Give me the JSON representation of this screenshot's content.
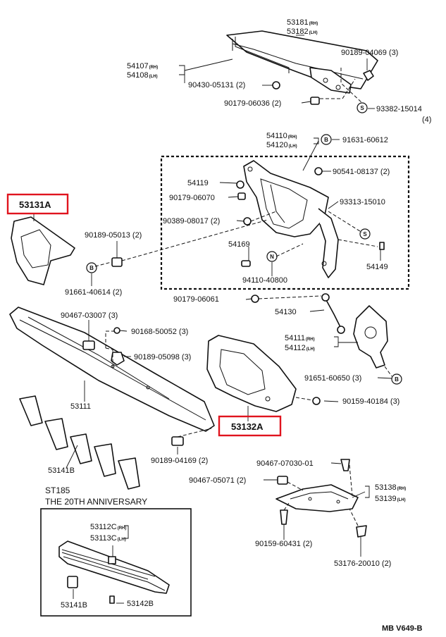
{
  "labels": {
    "p53181": "53181",
    "p53182": "53182",
    "p54107": "54107",
    "p54108": "54108",
    "p90430": "90430-05131",
    "q90430": "(2)",
    "p90179a": "90179-06036",
    "q90179a": "(2)",
    "p90189a": "90189-04069",
    "q90189a": "(3)",
    "p93382": "93382-15014",
    "q93382": "(4)",
    "p54110": "54110",
    "p54120": "54120",
    "p91631": "91631-60612",
    "p54119": "54119",
    "p90541": "90541-08137",
    "q90541": "(2)",
    "p90179b": "90179-06070",
    "p93313": "93313-15010",
    "p90389": "90389-08017",
    "q90389": "(2)",
    "p53131A": "53131A",
    "p90189b": "90189-05013",
    "q90189b": "(2)",
    "p54169": "54169",
    "p54149": "54149",
    "p94110": "94110-40800",
    "p91661": "91661-40614",
    "q91661": "(2)",
    "p90179c": "90179-06061",
    "p54130": "54130",
    "p90467a": "90467-03007",
    "q90467a": "(3)",
    "p90168": "90168-50052",
    "q90168": "(3)",
    "p90189c": "90189-05098",
    "q90189c": "(3)",
    "p54111": "54111",
    "p54112": "54112",
    "p91651": "91651-60650",
    "q91651": "(3)",
    "p90159a": "90159-40184",
    "q90159a": "(3)",
    "p53111": "53111",
    "p53132A": "53132A",
    "p90189d": "90189-04169",
    "q90189d": "(2)",
    "p53141Ba": "53141B",
    "p90467b": "90467-07030-01",
    "p90467c": "90467-05071",
    "q90467c": "(2)",
    "p53138": "53138",
    "p53139": "53139",
    "p53112C": "53112C",
    "p53113C": "53113C",
    "p90159b": "90159-60431",
    "q90159b": "(2)",
    "p53176": "53176-20010",
    "q53176": "(2)",
    "p53141Bb": "53141B",
    "p53142B": "53142B",
    "caption_model": "ST185",
    "caption_edition": "THE 20TH ANNIVERSARY",
    "diagram_code": "MB V649-B",
    "rh": "(RH)",
    "lh": "(LH)",
    "sym_b": "B",
    "sym_s": "S",
    "sym_n": "N"
  },
  "highlight_color": "#e0141e"
}
